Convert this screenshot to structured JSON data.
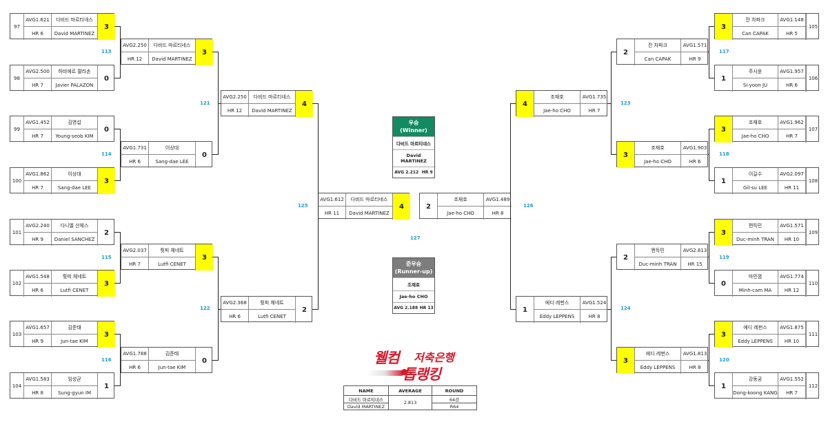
{
  "colors": {
    "line": "#222222",
    "winner_bg": "#ffff00",
    "match_number": "#1a9ad6",
    "winner_header": "#128a62",
    "runnerup_header": "#7d7d7d",
    "logo_red": "#d9182a"
  },
  "r1": [
    {
      "num": "97",
      "avg": "AVG1.621",
      "kr": "다비드 마르티네스",
      "en": "David MARTINEZ",
      "hr": "HR 6",
      "score": "3",
      "win": true
    },
    {
      "num": "98",
      "avg": "AVG2.500",
      "kr": "하비에르 팔라손",
      "en": "Javier PALAZON",
      "hr": "HR 7",
      "score": "0",
      "win": false
    },
    {
      "num": "99",
      "avg": "AVG1.452",
      "kr": "김영섭",
      "en": "Young-seob KIM",
      "hr": "HR 7",
      "score": "0",
      "win": false
    },
    {
      "num": "100",
      "avg": "AVG1.862",
      "kr": "이상대",
      "en": "Sang-dae LEE",
      "hr": "HR 7",
      "score": "3",
      "win": true
    },
    {
      "num": "101",
      "avg": "AVG2.240",
      "kr": "다니엘 산체스",
      "en": "Daniel SANCHEZ",
      "hr": "HR 9",
      "score": "2",
      "win": false
    },
    {
      "num": "102",
      "avg": "AVG1.548",
      "kr": "륏피 체네트",
      "en": "Lutfi CENET",
      "hr": "HR 6",
      "score": "3",
      "win": true
    },
    {
      "num": "103",
      "avg": "AVG1.657",
      "kr": "김준태",
      "en": "Jun-tae KIM",
      "hr": "HR 9",
      "score": "3",
      "win": true
    },
    {
      "num": "104",
      "avg": "AVG1.583",
      "kr": "임성균",
      "en": "Sung-gyun IM",
      "hr": "HR 8",
      "score": "1",
      "win": false
    },
    {
      "num": "105",
      "avg": "AVG1.148",
      "kr": "잔 차파크",
      "en": "Can CAPAK",
      "hr": "HR 5",
      "score": "3",
      "win": true
    },
    {
      "num": "106",
      "avg": "AVG1.957",
      "kr": "주시윤",
      "en": "Si-yoon JU",
      "hr": "HR 6",
      "score": "1",
      "win": false
    },
    {
      "num": "107",
      "avg": "AVG1.962",
      "kr": "조재호",
      "en": "Jae-ho CHO",
      "hr": "HR 7",
      "score": "3",
      "win": true
    },
    {
      "num": "108",
      "avg": "AVG2.097",
      "kr": "이길수",
      "en": "Gil-su LEE",
      "hr": "HR 11",
      "score": "1",
      "win": false
    },
    {
      "num": "109",
      "avg": "AVG1.571",
      "kr": "쩐득민",
      "en": "Duc-minh TRAN",
      "hr": "HR 10",
      "score": "3",
      "win": true
    },
    {
      "num": "110",
      "avg": "AVG1.774",
      "kr": "마민껌",
      "en": "Minh-cam MA",
      "hr": "HR 12",
      "score": "0",
      "win": false
    },
    {
      "num": "111",
      "avg": "AVG1.875",
      "kr": "에디 레펀스",
      "en": "Eddy LEPPENS",
      "hr": "HR 10",
      "score": "3",
      "win": true
    },
    {
      "num": "112",
      "avg": "AVG1.552",
      "kr": "강동궁",
      "en": "Dong-koong KANG",
      "hr": "HR 7",
      "score": "1",
      "win": false
    }
  ],
  "r2": [
    {
      "avg": "AVG2.250",
      "kr": "다비드 마르티네스",
      "en": "David MARTINEZ",
      "hr": "HR 12",
      "score": "3",
      "win": true
    },
    {
      "avg": "AVG1.731",
      "kr": "이상대",
      "en": "Sang-dae LEE",
      "hr": "HR 6",
      "score": "0",
      "win": false
    },
    {
      "avg": "AVG2.037",
      "kr": "륏피 체네트",
      "en": "Lutfi CENET",
      "hr": "HR 7",
      "score": "3",
      "win": true
    },
    {
      "avg": "AVG1.788",
      "kr": "김준태",
      "en": "Jun-tae KIM",
      "hr": "HR 6",
      "score": "0",
      "win": false
    },
    {
      "avg": "AVG1.571",
      "kr": "잔 차파크",
      "en": "Can CAPAK",
      "hr": "HR 9",
      "score": "2",
      "win": false
    },
    {
      "avg": "AVG1.903",
      "kr": "조재호",
      "en": "Jae-ho CHO",
      "hr": "HR 6",
      "score": "3",
      "win": true
    },
    {
      "avg": "AVG2.813",
      "kr": "쩐득민",
      "en": "Duc-minh TRAN",
      "hr": "HR 15",
      "score": "2",
      "win": false
    },
    {
      "avg": "AVG1.813",
      "kr": "에디 레펀스",
      "en": "Eddy LEPPENS",
      "hr": "HR 8",
      "score": "3",
      "win": true
    }
  ],
  "r3": [
    {
      "avg": "AVG2.250",
      "kr": "다비드 마르티네스",
      "en": "David MARTINEZ",
      "hr": "HR 12",
      "score": "4",
      "win": true
    },
    {
      "avg": "AVG2.368",
      "kr": "륏피 체네트",
      "en": "Lutfi CENET",
      "hr": "HR 6",
      "score": "2",
      "win": false
    },
    {
      "avg": "AVG1.735",
      "kr": "조재호",
      "en": "Jae-ho CHO",
      "hr": "HR 7",
      "score": "4",
      "win": true
    },
    {
      "avg": "AVG1.524",
      "kr": "에디 레펀스",
      "en": "Eddy LEPPENS",
      "hr": "HR 8",
      "score": "1",
      "win": false
    }
  ],
  "r4": [
    {
      "avg": "AVG1.612",
      "kr": "다비드 마르티네스",
      "en": "David MARTINEZ",
      "hr": "HR 11",
      "score": "4",
      "win": true
    },
    {
      "avg": "AVG1.489",
      "kr": "조재호",
      "en": "Jae-ho CHO",
      "hr": "HR 8",
      "score": "2",
      "win": false
    }
  ],
  "match_numbers": [
    "113",
    "114",
    "115",
    "116",
    "117",
    "118",
    "119",
    "120",
    "121",
    "122",
    "123",
    "124",
    "125",
    "126",
    "127"
  ],
  "winner": {
    "title": "우승",
    "subtitle": "(Winner)",
    "kr": "다비드 마르티네스",
    "en": "David MARTINEZ",
    "avg": "AVG 2.212",
    "hr": "HR 9"
  },
  "runnerup": {
    "title": "준우승",
    "subtitle": "(Runner-up)",
    "kr": "조재호",
    "en": "Jae-ho CHO",
    "avg": "AVG 2.188",
    "hr": "HR 13"
  },
  "logo": {
    "part1": "웰컴",
    "part2": "저축은행",
    "part3": "톱랭킹"
  },
  "stat_table": {
    "h_name": "NAME",
    "h_avg": "AVERAGE",
    "h_round": "ROUND",
    "name_kr": "다비드 마르티네스",
    "name_en": "David MARTINEZ",
    "average": "2.813",
    "round_kr": "64강",
    "round_en": "R64"
  }
}
